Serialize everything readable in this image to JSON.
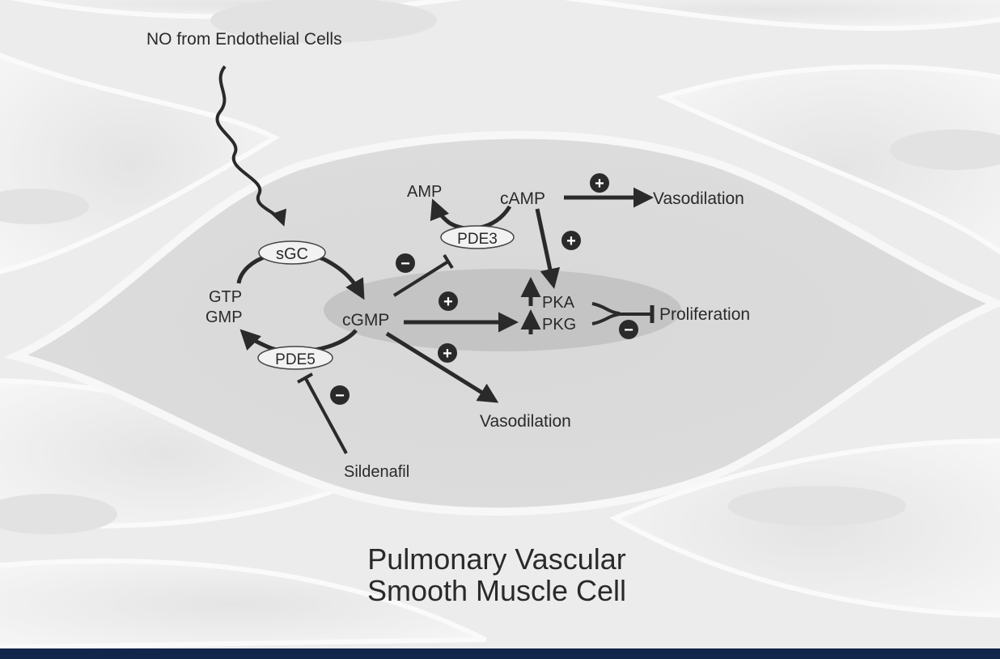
{
  "colors": {
    "background": "#ececec",
    "cell_fill": "#dcdcdc",
    "core_fill": "#c4c4c4",
    "ink": "#2a2a2a",
    "footer_bar": "#12254a"
  },
  "labels": {
    "no_source": "NO from Endothelial Cells",
    "sgc": "sGC",
    "gtp": "GTP",
    "gmp": "GMP",
    "cgmp": "cGMP",
    "pde5": "PDE5",
    "sildenafil": "Sildenafil",
    "amp": "AMP",
    "pde3": "PDE3",
    "camp": "cAMP",
    "vasodilation_camp": "Vasodilation",
    "vasodilation_cgmp": "Vasodilation",
    "pka": "PKA",
    "pkg": "PKG",
    "proliferation": "Proliferation",
    "cell_title_line1": "Pulmonary Vascular",
    "cell_title_line2": "Smooth Muscle Cell"
  },
  "signs": {
    "plus": "+",
    "minus": "−"
  }
}
